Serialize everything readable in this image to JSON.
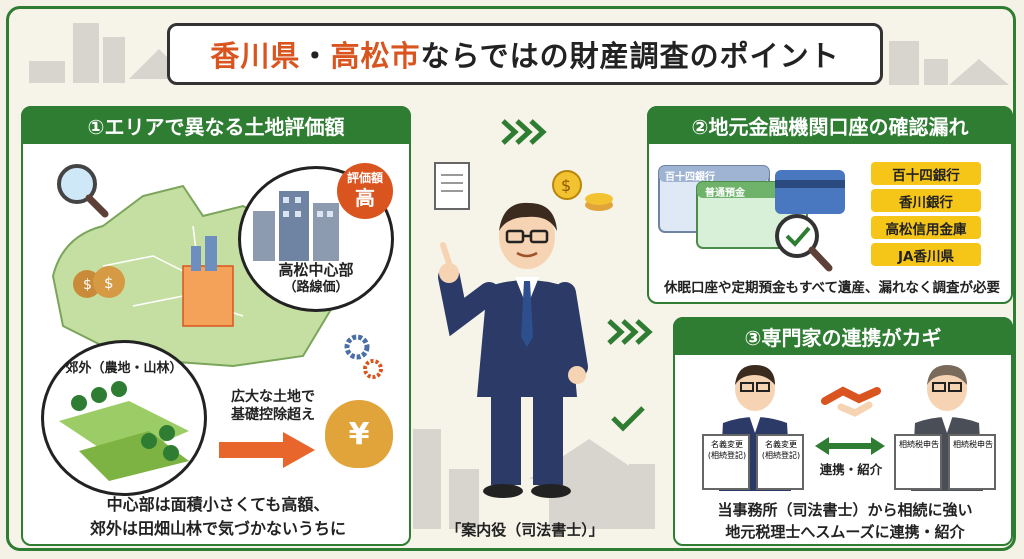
{
  "title": {
    "part1": "香川県",
    "dot": "・",
    "part2": "高松市",
    "part3": "ならではの財産調査のポイント"
  },
  "panel1": {
    "heading": "①エリアで異なる土地評価額",
    "badge_line1": "評価額",
    "badge_line2": "高",
    "city_label_line1": "高松中心部",
    "city_label_line2": "（路線価）",
    "suburb_label": "郊外（農地・山林）",
    "arrow_label_line1": "広大な土地で",
    "arrow_label_line2": "基礎控除超え",
    "yen_symbol": "¥",
    "bottom_line1": "中心部は面積小さくても高額、",
    "bottom_line2": "郊外は田畑山林で気づかないうちに"
  },
  "panel2": {
    "heading": "②地元金融機関口座の確認漏れ",
    "card1_label": "百十四銀行",
    "card2_label": "普通預金",
    "banks": [
      "百十四銀行",
      "香川銀行",
      "高松信用金庫",
      "JA香川県"
    ],
    "note": "休眠口座や定期預金もすべて遺産、漏れなく調査が必要"
  },
  "panel3": {
    "heading": "③専門家の連携がカギ",
    "doc_left_label": "名義変更\n(相続登記)",
    "doc_left2_label": "名義変更\n(相続登記)",
    "doc_right_label": "相続税申告",
    "doc_right2_label": "相続税申告",
    "link_label": "連携・紹介",
    "bottom_line1": "当事務所（司法書士）から相続に強い",
    "bottom_line2": "地元税理士へスムーズに連携・紹介"
  },
  "guide_label": "「案内役（司法書士）」",
  "colors": {
    "green": "#2e7d32",
    "orange": "#d9541e",
    "yellow": "#f5c518",
    "navy": "#2b3a67"
  }
}
